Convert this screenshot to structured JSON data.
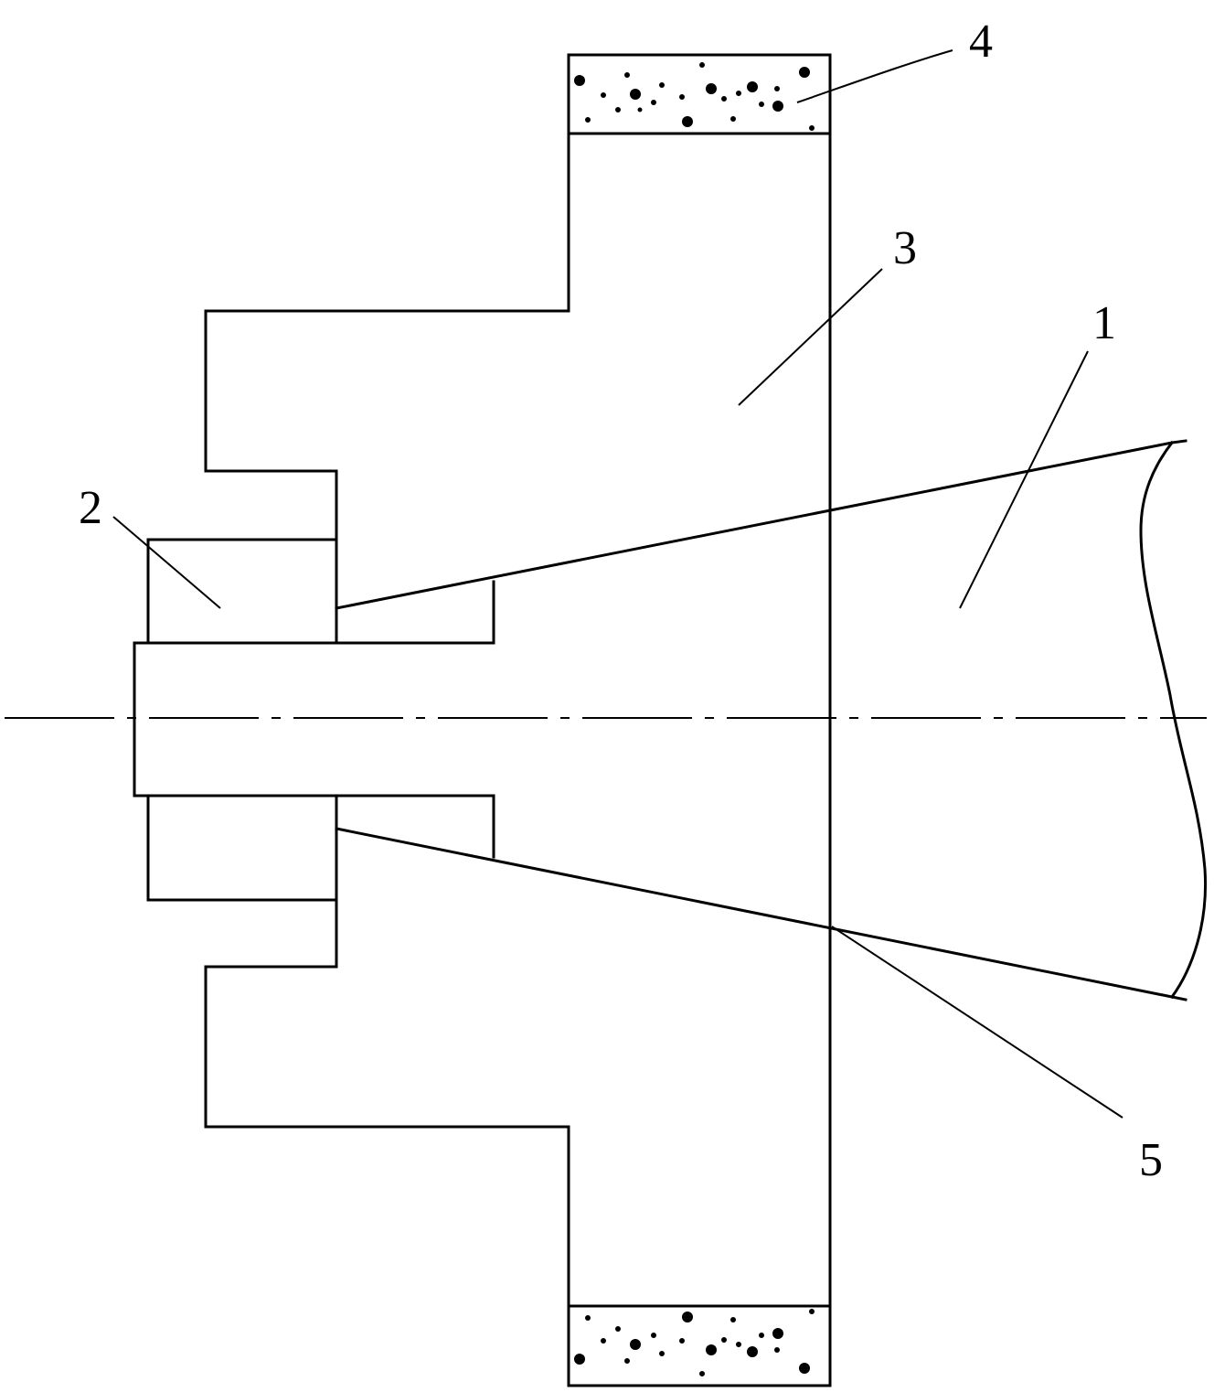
{
  "labels": {
    "part_1": "1",
    "part_2": "2",
    "part_3": "3",
    "part_4": "4",
    "part_5": "5"
  },
  "colors": {
    "stroke": "#000000",
    "background": "#ffffff"
  }
}
